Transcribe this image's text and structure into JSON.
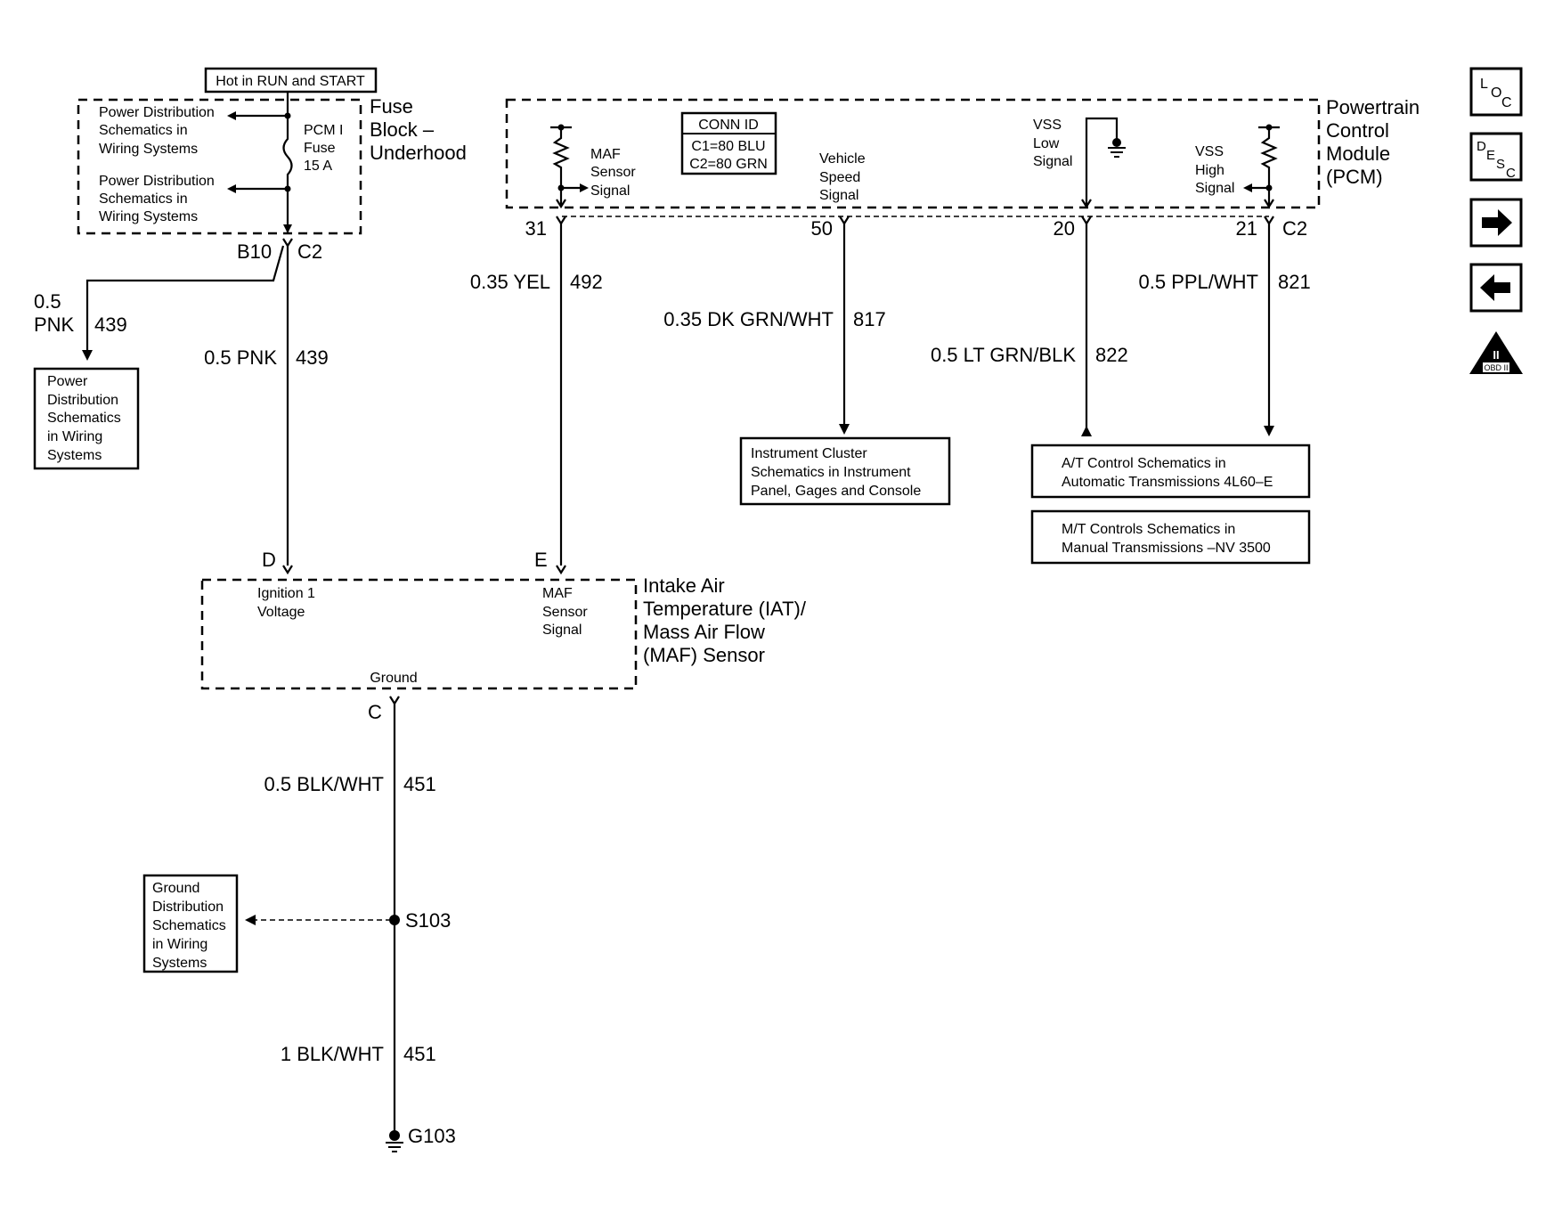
{
  "header": {
    "hot_label": "Hot in RUN and START"
  },
  "fuse_block": {
    "title_lines": [
      "Fuse",
      "Block –",
      "Underhood"
    ],
    "power_dist_top": [
      "Power Distribution",
      "Schematics in",
      "Wiring Systems"
    ],
    "power_dist_bottom": [
      "Power Distribution",
      "Schematics in",
      "Wiring Systems"
    ],
    "fuse_lines": [
      "PCM I",
      "Fuse",
      "15 A"
    ],
    "connector_left": "B10",
    "connector_right": "C2"
  },
  "pcm": {
    "title_lines": [
      "Powertrain",
      "Control",
      "Module",
      "(PCM)"
    ],
    "conn_id": {
      "title": "CONN ID",
      "lines": [
        "C1=80 BLU",
        "C2=80 GRN"
      ]
    },
    "maf_label": [
      "MAF",
      "Sensor",
      "Signal"
    ],
    "vss_label": [
      "Vehicle",
      "Speed",
      "Signal"
    ],
    "vss_low_label": [
      "VSS",
      "Low",
      "Signal"
    ],
    "vss_high_label": [
      "VSS",
      "High",
      "Signal"
    ],
    "pins": [
      "31",
      "50",
      "20",
      "21"
    ],
    "connector": "C2"
  },
  "wires": {
    "pnk_branch_size": "0.5",
    "pnk_branch_color": "PNK",
    "pnk_branch_circuit": "439",
    "pnk_main": "0.5 PNK",
    "pnk_main_circuit": "439",
    "yel": "0.35 YEL",
    "yel_circuit": "492",
    "dkgrn": "0.35 DK GRN/WHT",
    "dkgrn_circuit": "817",
    "ltgrn": "0.5 LT GRN/BLK",
    "ltgrn_circuit": "822",
    "ppl": "0.5 PPL/WHT",
    "ppl_circuit": "821",
    "blk1": "0.5 BLK/WHT",
    "blk1_circuit": "451",
    "blk2": "1 BLK/WHT",
    "blk2_circuit": "451"
  },
  "refs": {
    "power_dist": [
      "Power",
      "Distribution",
      "Schematics",
      "in Wiring",
      "Systems"
    ],
    "instrument": [
      "Instrument Cluster",
      "Schematics in Instrument",
      "Panel, Gages and Console"
    ],
    "at_control": [
      "A/T Control Schematics in",
      "Automatic Transmissions 4L60–E"
    ],
    "mt_control": [
      "M/T Controls Schematics in",
      "Manual Transmissions –NV 3500"
    ],
    "ground_dist": [
      "Ground",
      "Distribution",
      "Schematics",
      "in Wiring",
      "Systems"
    ]
  },
  "maf_sensor": {
    "title_lines": [
      "Intake Air",
      "Temperature (IAT)/",
      "Mass Air Flow",
      "(MAF) Sensor"
    ],
    "ignition_label": [
      "Ignition 1",
      "Voltage"
    ],
    "maf_signal_label": [
      "MAF",
      "Sensor",
      "Signal"
    ],
    "ground_label": "Ground",
    "pin_d": "D",
    "pin_e": "E",
    "pin_c": "C"
  },
  "splice": "S103",
  "ground": "G103",
  "nav": {
    "loc": [
      "L",
      "O",
      "C"
    ],
    "desc": [
      "D",
      "E",
      "S",
      "C"
    ],
    "next_icon": "arrow-right-icon",
    "prev_icon": "arrow-left-icon",
    "obd_mark": "II",
    "obd_label": "OBD II"
  }
}
